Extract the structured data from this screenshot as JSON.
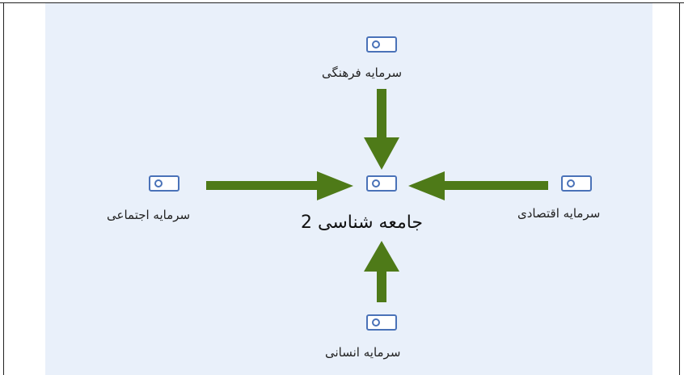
{
  "diagram": {
    "center": {
      "label": "جامعه شناسی 2"
    },
    "nodes": {
      "top": {
        "label": "سرمایه فرهنگی"
      },
      "left": {
        "label": "سرمایه اجتماعی"
      },
      "right": {
        "label": "سرمایه اقتصادی"
      },
      "bottom": {
        "label": "سرمایه انسانی"
      }
    },
    "colors": {
      "arrow": "#4e7a18",
      "icon_stroke": "#4a72b8",
      "panel_background": "#e9f0fa"
    },
    "icon": "key-card-icon"
  }
}
